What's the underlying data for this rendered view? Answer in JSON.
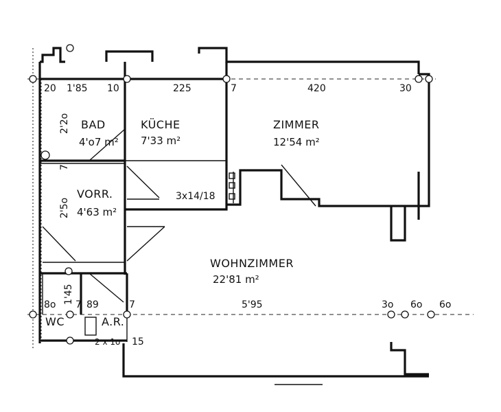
{
  "rooms": {
    "bad": {
      "name": "BAD",
      "area": "4'o7 m²"
    },
    "kueche": {
      "name": "KÜCHE",
      "area": "7'33 m²"
    },
    "zimmer": {
      "name": "ZIMMER",
      "area": "12'54 m²"
    },
    "vorr": {
      "name": "VORR.",
      "area": "4'63 m²"
    },
    "wohnzimmer": {
      "name": "WOHNZIMMER",
      "area": "22'81 m²"
    },
    "wc": {
      "name": "WC"
    },
    "ar": {
      "name": "A.R."
    }
  },
  "dimensions": {
    "top": [
      "20",
      "1'85",
      "10",
      "225",
      "7",
      "420",
      "30"
    ],
    "left_vertical": [
      "2'2o",
      "7",
      "2'5o",
      "1'45"
    ],
    "bottom": [
      "8o",
      "7",
      "89",
      "7",
      "5'95",
      "3o",
      "6o",
      "6o"
    ],
    "stair_note": "3x14/18",
    "misc": [
      "2 x 1o",
      "15"
    ]
  }
}
